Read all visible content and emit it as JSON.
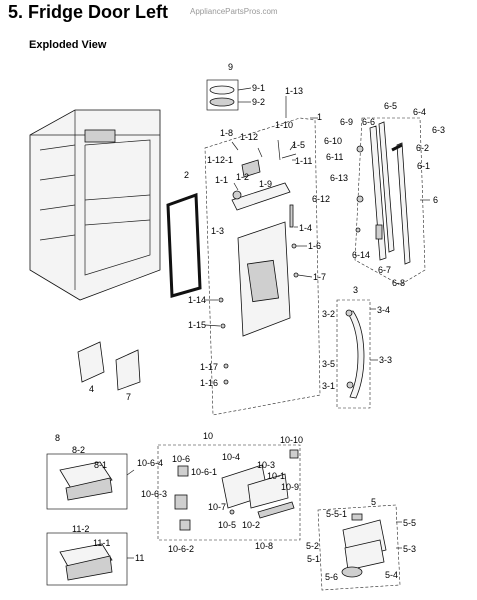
{
  "header": {
    "title": "5.  Fridge Door Left",
    "watermark": "AppliancePartsPros.com",
    "subtitle": "Exploded View"
  },
  "callouts": [
    {
      "id": "c-9",
      "text": "9"
    },
    {
      "id": "c-9-1",
      "text": "9-1"
    },
    {
      "id": "c-9-2",
      "text": "9-2"
    },
    {
      "id": "c-1-13",
      "text": "1-13"
    },
    {
      "id": "c-1",
      "text": "1"
    },
    {
      "id": "c-1-10",
      "text": "1-10"
    },
    {
      "id": "c-1-8",
      "text": "1-8"
    },
    {
      "id": "c-1-12",
      "text": "1-12"
    },
    {
      "id": "c-1-5",
      "text": "1-5"
    },
    {
      "id": "c-1-12-1",
      "text": "1-12-1"
    },
    {
      "id": "c-1-11",
      "text": "1-11"
    },
    {
      "id": "c-1-1",
      "text": "1-1"
    },
    {
      "id": "c-1-2",
      "text": "1-2"
    },
    {
      "id": "c-1-9",
      "text": "1-9"
    },
    {
      "id": "c-2",
      "text": "2"
    },
    {
      "id": "c-1-3",
      "text": "1-3"
    },
    {
      "id": "c-1-4",
      "text": "1-4"
    },
    {
      "id": "c-1-6",
      "text": "1-6"
    },
    {
      "id": "c-1-7",
      "text": "1-7"
    },
    {
      "id": "c-1-14",
      "text": "1-14"
    },
    {
      "id": "c-1-15",
      "text": "1-15"
    },
    {
      "id": "c-1-17",
      "text": "1-17"
    },
    {
      "id": "c-1-16",
      "text": "1-16"
    },
    {
      "id": "c-4",
      "text": "4"
    },
    {
      "id": "c-7",
      "text": "7"
    },
    {
      "id": "c-6-5",
      "text": "6-5"
    },
    {
      "id": "c-6-4",
      "text": "6-4"
    },
    {
      "id": "c-6-9",
      "text": "6-9"
    },
    {
      "id": "c-6-6",
      "text": "6-6"
    },
    {
      "id": "c-6-3",
      "text": "6-3"
    },
    {
      "id": "c-6-10",
      "text": "6-10"
    },
    {
      "id": "c-6-2",
      "text": "6-2"
    },
    {
      "id": "c-6-11",
      "text": "6-11"
    },
    {
      "id": "c-6-1",
      "text": "6-1"
    },
    {
      "id": "c-6-13",
      "text": "6-13"
    },
    {
      "id": "c-6-12",
      "text": "6-12"
    },
    {
      "id": "c-6",
      "text": "6"
    },
    {
      "id": "c-6-14",
      "text": "6-14"
    },
    {
      "id": "c-6-7",
      "text": "6-7"
    },
    {
      "id": "c-6-8",
      "text": "6-8"
    },
    {
      "id": "c-3",
      "text": "3"
    },
    {
      "id": "c-3-2",
      "text": "3-2"
    },
    {
      "id": "c-3-4",
      "text": "3-4"
    },
    {
      "id": "c-3-3",
      "text": "3-3"
    },
    {
      "id": "c-3-5",
      "text": "3-5"
    },
    {
      "id": "c-3-1",
      "text": "3-1"
    },
    {
      "id": "c-8",
      "text": "8"
    },
    {
      "id": "c-8-2",
      "text": "8-2"
    },
    {
      "id": "c-8-1",
      "text": "8-1"
    },
    {
      "id": "c-11-2",
      "text": "11-2"
    },
    {
      "id": "c-11-1",
      "text": "11-1"
    },
    {
      "id": "c-11",
      "text": "11"
    },
    {
      "id": "c-10",
      "text": "10"
    },
    {
      "id": "c-10-10",
      "text": "10-10"
    },
    {
      "id": "c-10-6-4",
      "text": "10-6-4"
    },
    {
      "id": "c-10-6",
      "text": "10-6"
    },
    {
      "id": "c-10-4",
      "text": "10-4"
    },
    {
      "id": "c-10-6-1",
      "text": "10-6-1"
    },
    {
      "id": "c-10-3",
      "text": "10-3"
    },
    {
      "id": "c-10-1",
      "text": "10-1"
    },
    {
      "id": "c-10-6-3",
      "text": "10-6-3"
    },
    {
      "id": "c-10-9",
      "text": "10-9"
    },
    {
      "id": "c-10-7",
      "text": "10-7"
    },
    {
      "id": "c-10-5",
      "text": "10-5"
    },
    {
      "id": "c-10-2",
      "text": "10-2"
    },
    {
      "id": "c-10-6-2",
      "text": "10-6-2"
    },
    {
      "id": "c-10-8",
      "text": "10-8"
    },
    {
      "id": "c-5",
      "text": "5"
    },
    {
      "id": "c-5-5-1",
      "text": "5-5-1"
    },
    {
      "id": "c-5-5",
      "text": "5-5"
    },
    {
      "id": "c-5-2",
      "text": "5-2"
    },
    {
      "id": "c-5-3",
      "text": "5-3"
    },
    {
      "id": "c-5-1",
      "text": "5-1"
    },
    {
      "id": "c-5-6",
      "text": "5-6"
    },
    {
      "id": "c-5-4",
      "text": "5-4"
    }
  ]
}
